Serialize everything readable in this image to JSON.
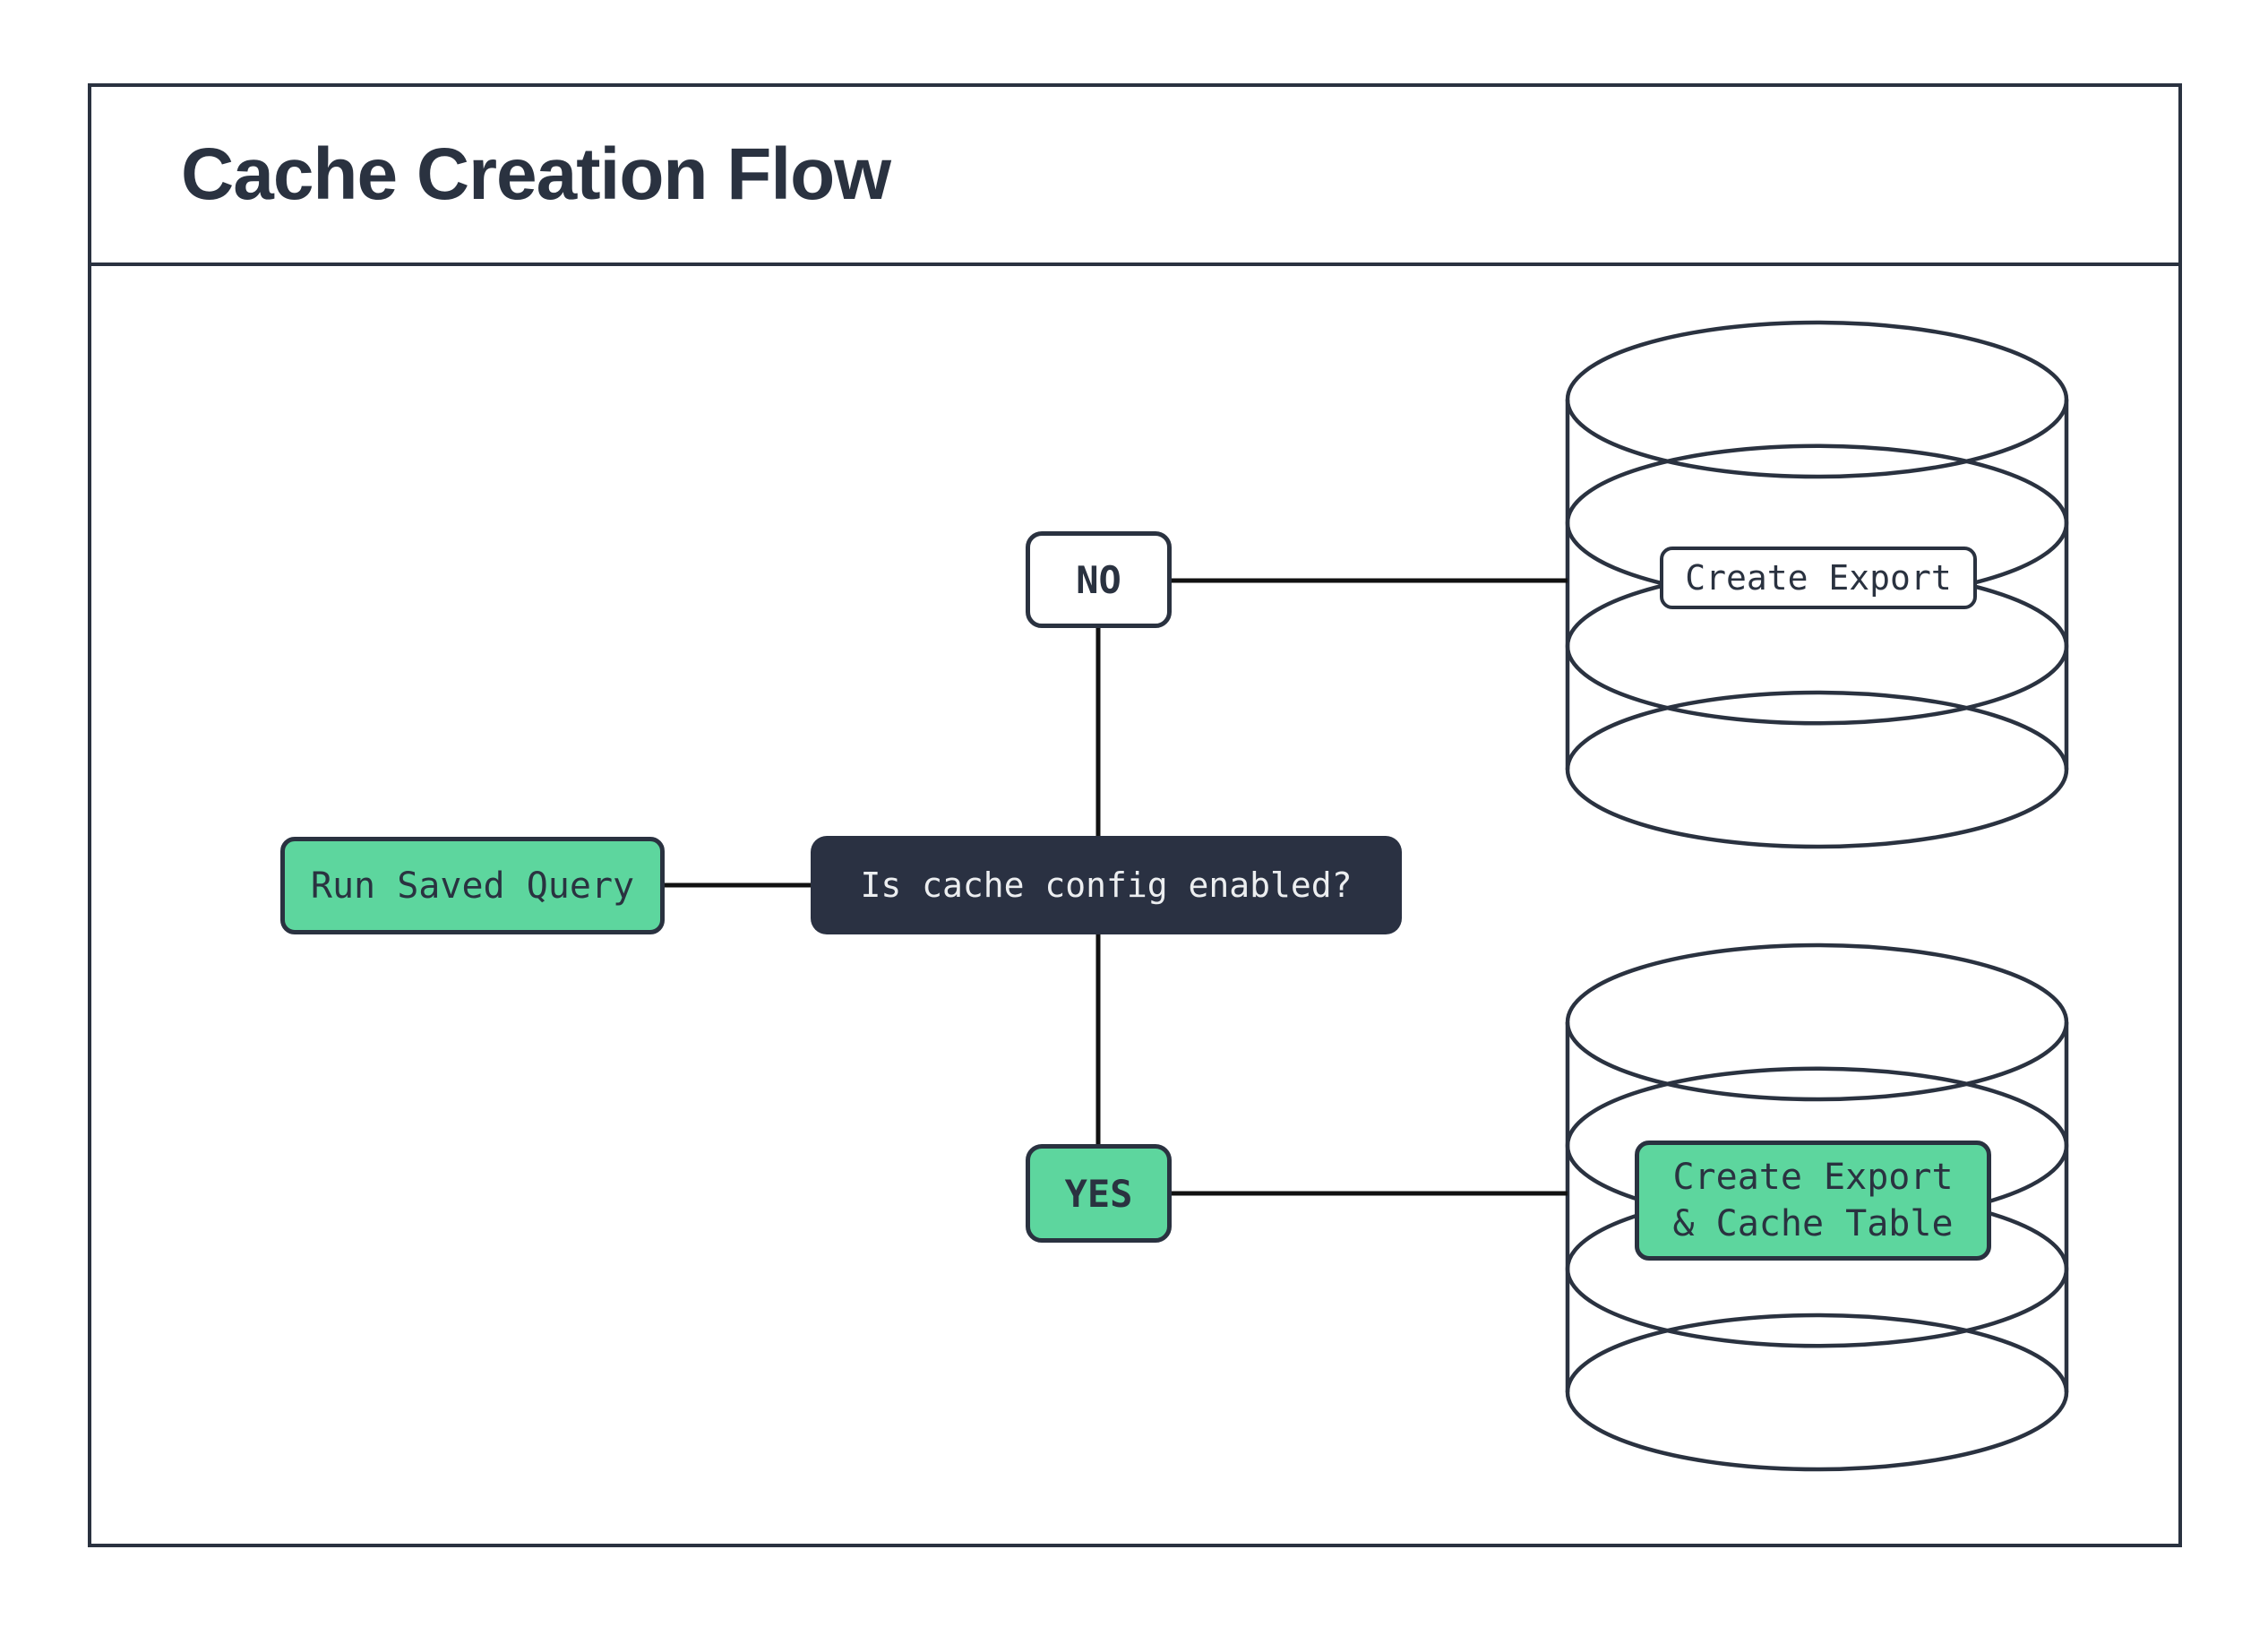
{
  "colors": {
    "navy": "#2a3240",
    "navy_fill": "#2a3142",
    "green": "#5dd69e",
    "connector": "#111111",
    "light_text": "#eceef0",
    "background": "#ffffff"
  },
  "header": {
    "title": "Cache Creation Flow"
  },
  "flow": {
    "start": {
      "label": "Run Saved Query"
    },
    "decision": {
      "label": "Is cache config enabled?"
    },
    "no_branch": {
      "label": "NO",
      "result_label": "Create Export",
      "icon": "database"
    },
    "yes_branch": {
      "label": "YES",
      "result_label": "Create Export\n& Cache Table",
      "icon": "database"
    }
  }
}
